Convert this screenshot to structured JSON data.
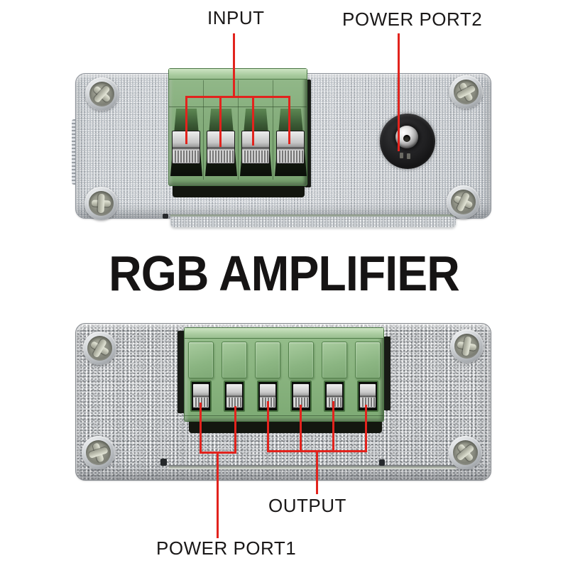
{
  "title": {
    "text": "RGB AMPLIFIER"
  },
  "annotations": {
    "input_label": "INPUT",
    "power_port2_label": "POWER PORT2",
    "output_label": "OUTPUT",
    "power_port1_label": "POWER PORT1"
  },
  "figure": {
    "top_panel": {
      "terminal_count": 4,
      "corner_screw_count": 4,
      "has_dc_jack": true,
      "annotated_ports": [
        "INPUT",
        "POWER PORT2"
      ]
    },
    "bottom_panel": {
      "terminal_count": 6,
      "corner_screw_count": 4,
      "annotated_ports": [
        "OUTPUT",
        "POWER PORT1"
      ]
    }
  },
  "colors": {
    "background": "#ffffff",
    "annotation_red": "#e2231d",
    "terminal_block_green": "#89b37f",
    "metal_silver": "#c6cacf",
    "metal_speckled": "#dadcde",
    "label_text": "#1a1818"
  }
}
